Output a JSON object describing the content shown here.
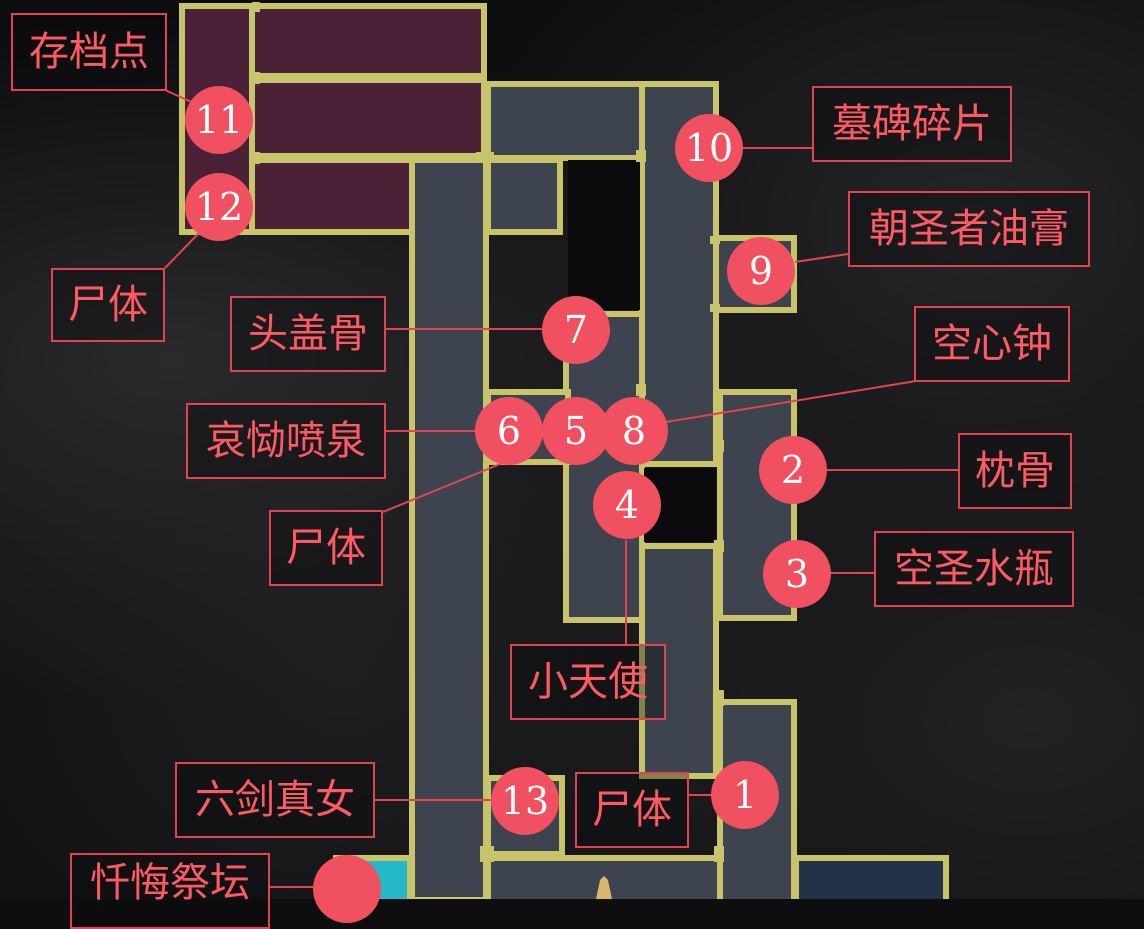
{
  "labels": {
    "save_point": "存档点",
    "tombstone_shard": "墓碑碎片",
    "pilgrim_ointment": "朝圣者油膏",
    "corpse_top": "尸体",
    "skull": "头盖骨",
    "hollow_bell": "空心钟",
    "fountain_of_sorrow": "哀恸喷泉",
    "occipital_bone": "枕骨",
    "corpse_mid": "尸体",
    "empty_holy_vial": "空圣水瓶",
    "cherub": "小天使",
    "six_sword_maiden": "六剑真女",
    "corpse_bottom": "尸体",
    "penitence_altar": "忏悔祭坛"
  },
  "markers": {
    "m1": "1",
    "m2": "2",
    "m3": "3",
    "m4": "4",
    "m5": "5",
    "m6": "6",
    "m7": "7",
    "m8": "8",
    "m9": "9",
    "m10": "10",
    "m11": "11",
    "m12": "12",
    "m13": "13"
  },
  "colors": {
    "room_visited": "#4b2137",
    "room_explored": "#3d434f",
    "room_border": "#c8c46a",
    "room_cyan": "#25b8c8",
    "room_navy": "#243248",
    "marker": "#f05060",
    "label": "#ff5a63"
  }
}
